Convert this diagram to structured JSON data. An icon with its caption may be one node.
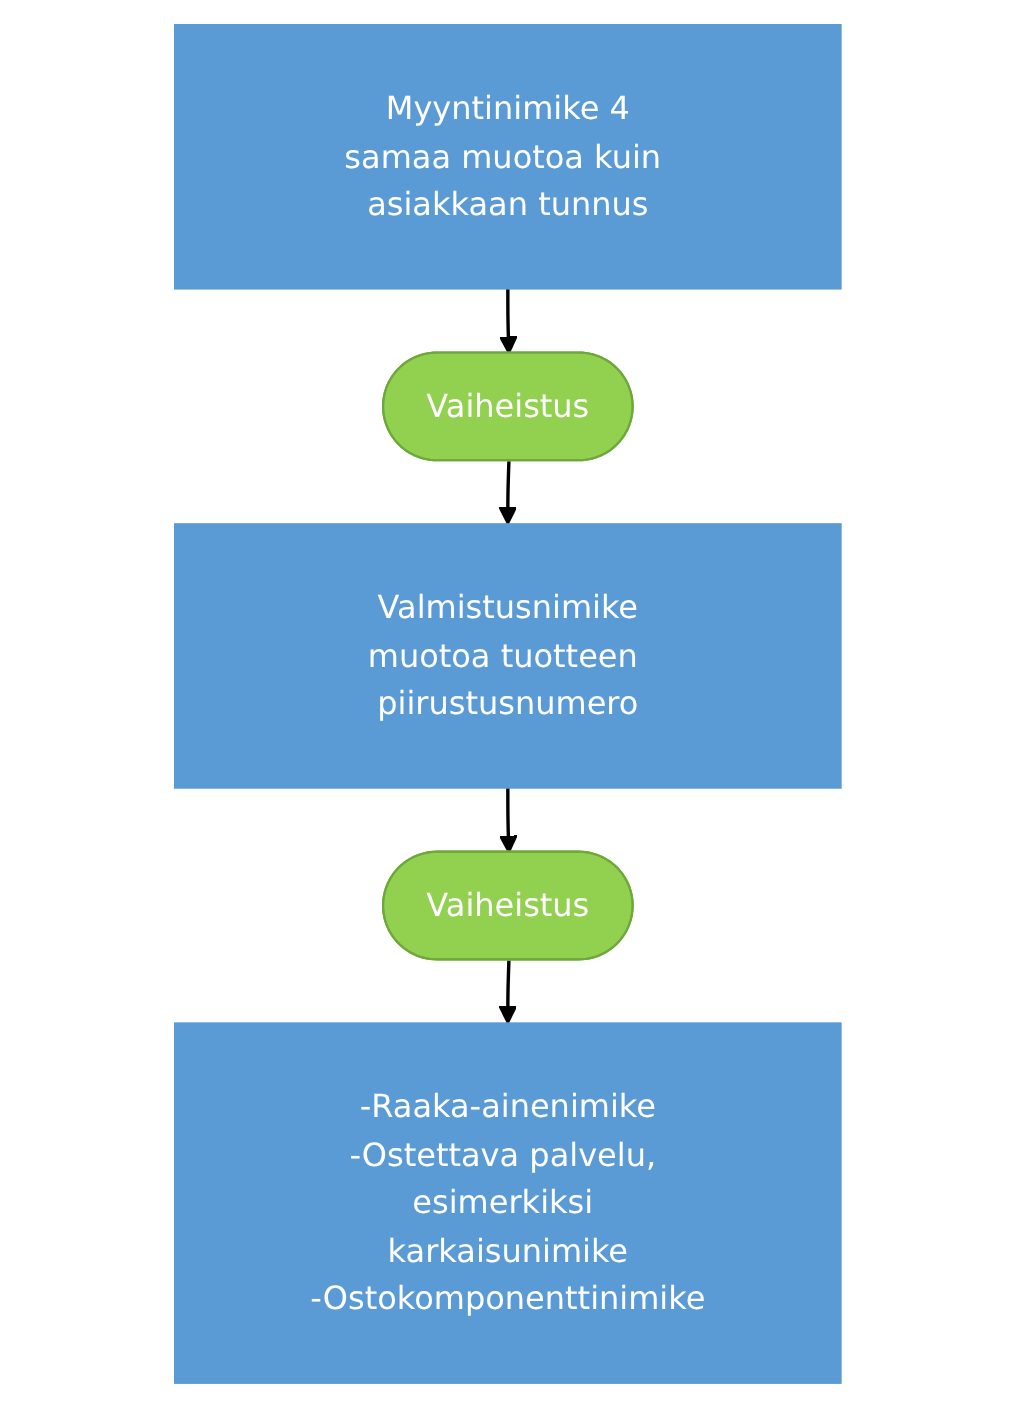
{
  "diagram": {
    "nodes": [
      {
        "text": [
          "Myyntinimike 4",
          "samaa muotoa kuin asiakkaan tunnus"
        ]
      },
      {
        "text": [
          "Vaiheistus"
        ]
      },
      {
        "text": [
          "Valmistusnimike",
          "muotoa tuotteen piirustusnumero"
        ]
      },
      {
        "text": [
          "Vaiheistus"
        ]
      },
      {
        "text": [
          "-Raaka-ainenimike",
          "-Ostettava palvelu, esimerkiksi karkaisunimike",
          "-Ostokomponenttinimike"
        ]
      }
    ],
    "edges": [
      {
        "from": 0,
        "to": 1,
        "arrow": "to"
      },
      {
        "from": 1,
        "to": 2,
        "arrow": "to"
      },
      {
        "from": 2,
        "to": 3,
        "arrow": "to"
      },
      {
        "from": 3,
        "to": 4,
        "arrow": "to"
      }
    ]
  }
}
